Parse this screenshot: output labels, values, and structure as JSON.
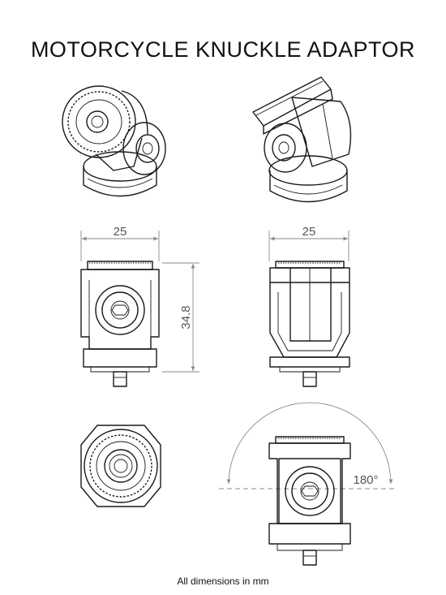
{
  "title": "MOTORCYCLE KNUCKLE ADAPTOR",
  "footer": "All dimensions in mm",
  "dimensions": {
    "front_width": "25",
    "side_width": "25",
    "front_height": "34.8",
    "rotation": "180°"
  }
}
